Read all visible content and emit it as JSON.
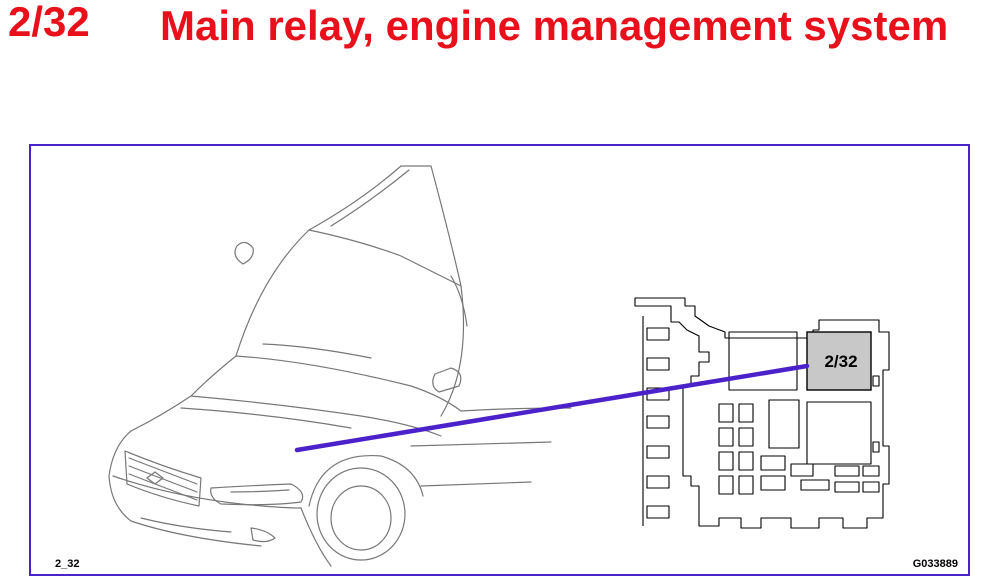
{
  "header": {
    "code": "2/32",
    "title": "Main relay, engine management system"
  },
  "figure": {
    "figure_id": "2_32",
    "image_code": "G033889",
    "highlighted_relay_label": "2/32",
    "colors": {
      "title": "#e8101b",
      "frame_border": "#4b22c9",
      "pointer_line": "#4b22c9",
      "highlight_fill": "#c8c8c8"
    }
  }
}
